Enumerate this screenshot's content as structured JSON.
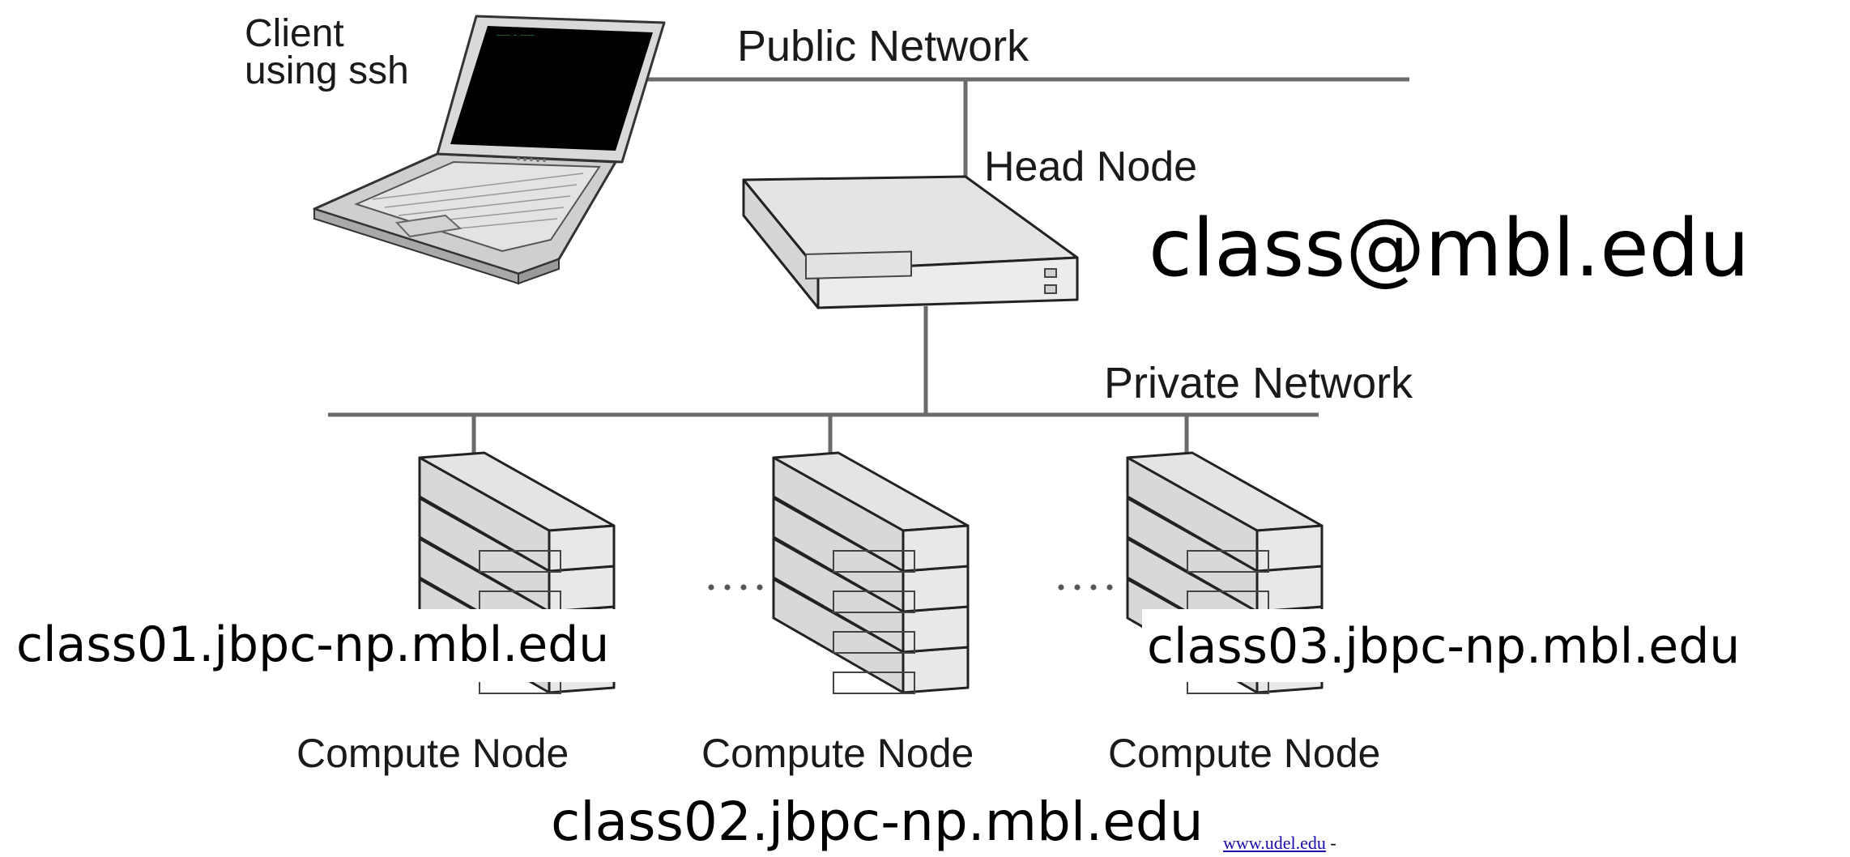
{
  "labels": {
    "client": "Client",
    "client_sub": "using ssh",
    "public_network": "Public Network",
    "head_node": "Head Node",
    "private_network": "Private Network",
    "compute_node": "Compute Node"
  },
  "hosts": {
    "head": "class@mbl.edu",
    "node1": "class01.jbpc-np.mbl.edu",
    "node2": "class02.jbpc-np.mbl.edu",
    "node3": "class03.jbpc-np.mbl.edu"
  },
  "source": {
    "link_text": "www.udel.edu",
    "suffix": "-"
  },
  "colors": {
    "line": "#6b6b6b",
    "server_face": "#ececec",
    "server_top": "#dcdcdc",
    "server_front": "#d4d4d4",
    "screen": "#000000"
  },
  "icons": [
    "laptop-icon",
    "server-icon",
    "server-stack-icon"
  ]
}
